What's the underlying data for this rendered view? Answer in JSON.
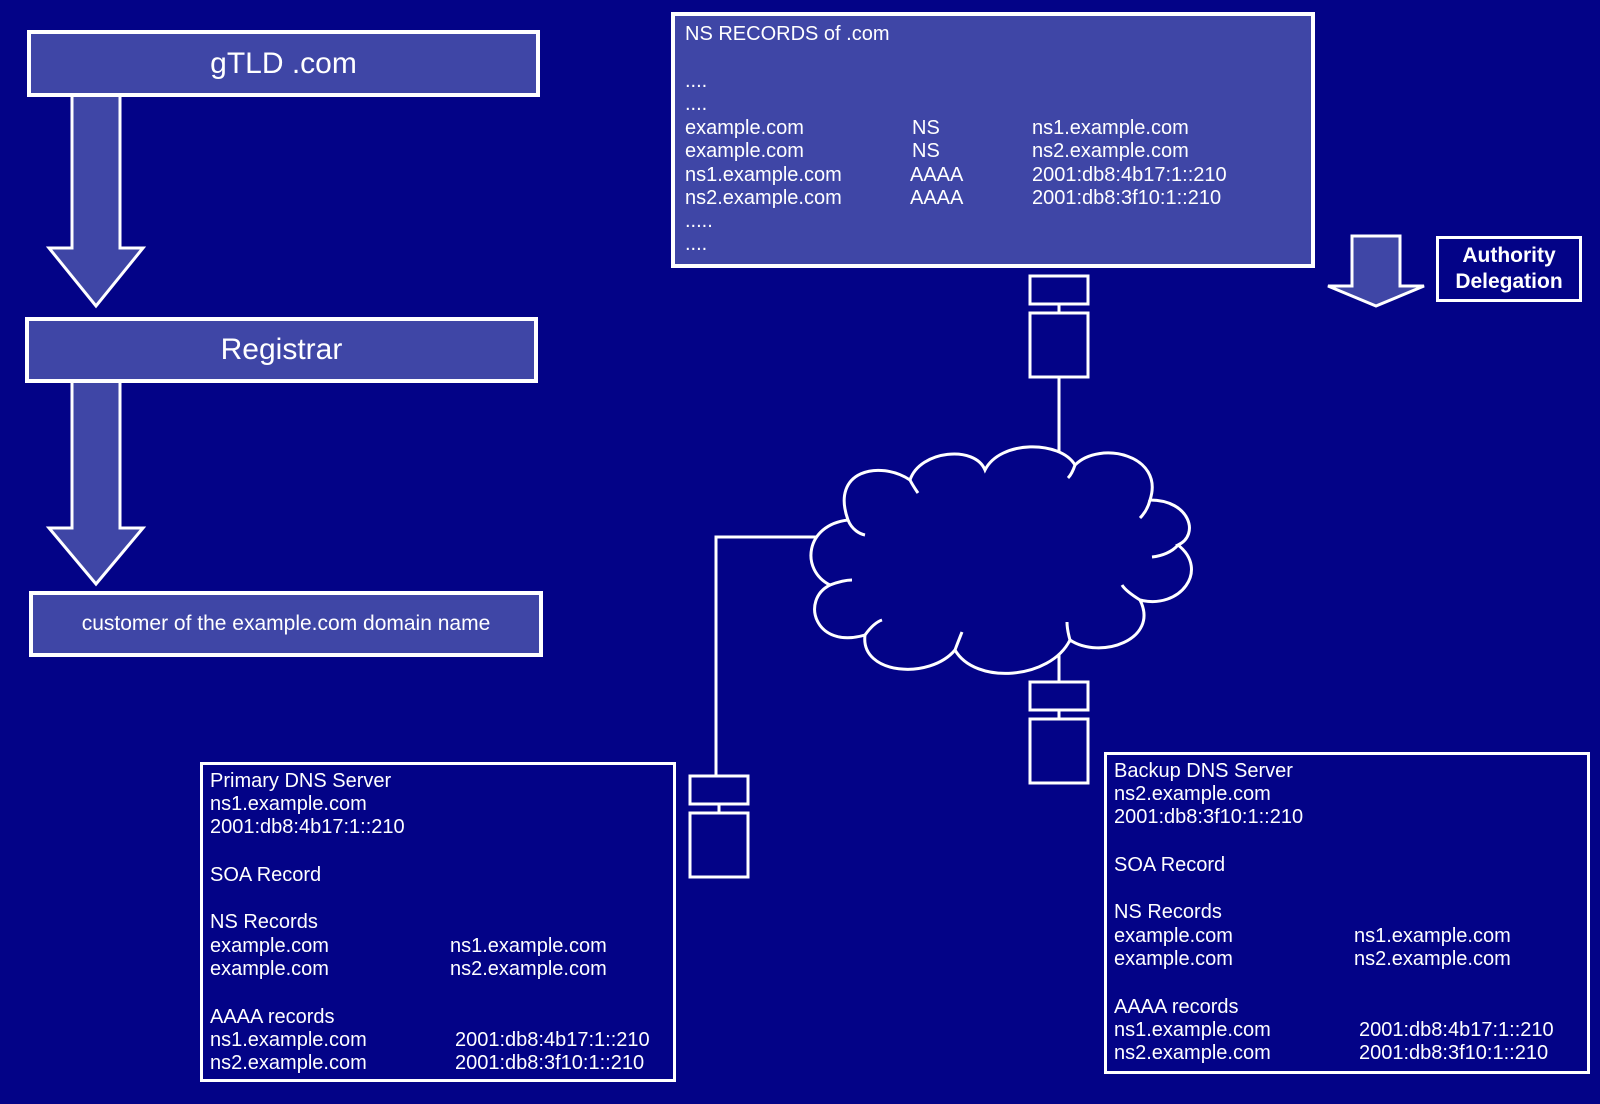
{
  "chain": {
    "gtld": "gTLD .com",
    "registrar": "Registrar",
    "customer": "customer of the example.com domain name"
  },
  "tld_zone": {
    "title": "NS RECORDS of .com",
    "dots_top": [
      "....",
      "...."
    ],
    "records": [
      {
        "name": "example.com",
        "type": "NS",
        "value": "ns1.example.com"
      },
      {
        "name": "example.com",
        "type": "NS",
        "value": "ns2.example.com"
      },
      {
        "name": "ns1.example.com",
        "type": "AAAA",
        "value": "2001:db8:4b17:1::210"
      },
      {
        "name": "ns2.example.com",
        "type": "AAAA",
        "value": "2001:db8:3f10:1::210"
      }
    ],
    "dots_bottom": [
      ".....",
      "...."
    ]
  },
  "legend": {
    "line1": "Authority",
    "line2": "Delegation"
  },
  "primary": {
    "title": "Primary DNS Server",
    "host": "ns1.example.com",
    "addr": "2001:db8:4b17:1::210",
    "soa": "SOA Record",
    "ns_heading": "NS Records",
    "ns": [
      {
        "name": "example.com",
        "value": "ns1.example.com"
      },
      {
        "name": "example.com",
        "value": "ns2.example.com"
      }
    ],
    "aaaa_heading": "AAAA records",
    "aaaa": [
      {
        "name": "ns1.example.com",
        "value": "2001:db8:4b17:1::210"
      },
      {
        "name": "ns2.example.com",
        "value": "2001:db8:3f10:1::210"
      }
    ]
  },
  "backup": {
    "title": "Backup DNS Server",
    "host": "ns2.example.com",
    "addr": "2001:db8:3f10:1::210",
    "soa": "SOA Record",
    "ns_heading": "NS Records",
    "ns": [
      {
        "name": "example.com",
        "value": "ns1.example.com"
      },
      {
        "name": "example.com",
        "value": "ns2.example.com"
      }
    ],
    "aaaa_heading": "AAAA records",
    "aaaa": [
      {
        "name": "ns1.example.com",
        "value": "2001:db8:4b17:1::210"
      },
      {
        "name": "ns2.example.com",
        "value": "2001:db8:3f10:1::210"
      }
    ]
  }
}
